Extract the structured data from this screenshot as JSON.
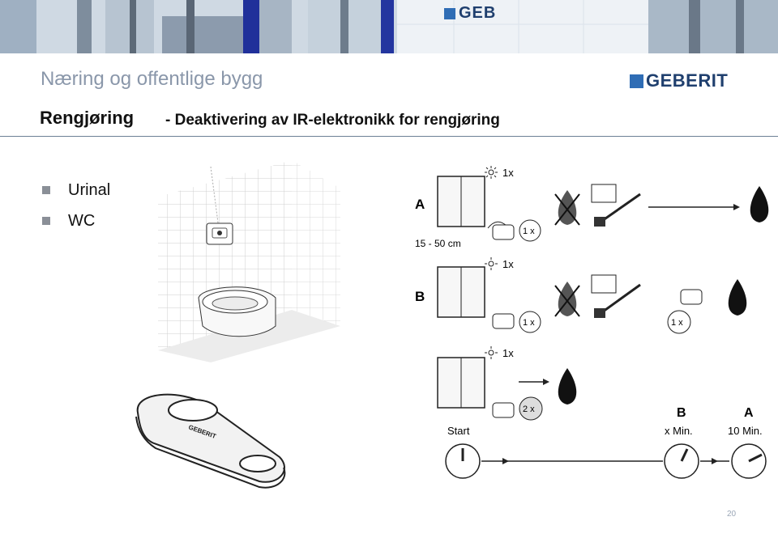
{
  "header": {
    "section_title": "Næring og offentlige bygg",
    "logo_text": "GEBERIT",
    "banner_text": "GEB",
    "brand_color": "#2f6db5"
  },
  "heading": {
    "main": "Rengjøring",
    "sub": "- Deaktivering av IR-elektronikk for rengjøring"
  },
  "bullets": [
    {
      "label": "Urinal"
    },
    {
      "label": "WC"
    }
  ],
  "diagram": {
    "steps": [
      {
        "label": "A",
        "flash": "1x",
        "press": "1 x"
      },
      {
        "label": "B",
        "flash": "1x",
        "press": "1 x",
        "press2": "1 x"
      },
      {
        "flash": "1x",
        "press": "2 x"
      }
    ],
    "distance": "15 - 50 cm",
    "timeline": {
      "start": "Start",
      "b_label": "B",
      "b_time": "x Min.",
      "a_label": "A",
      "a_time": "10 Min."
    }
  },
  "footer": {
    "page_number": "20"
  }
}
